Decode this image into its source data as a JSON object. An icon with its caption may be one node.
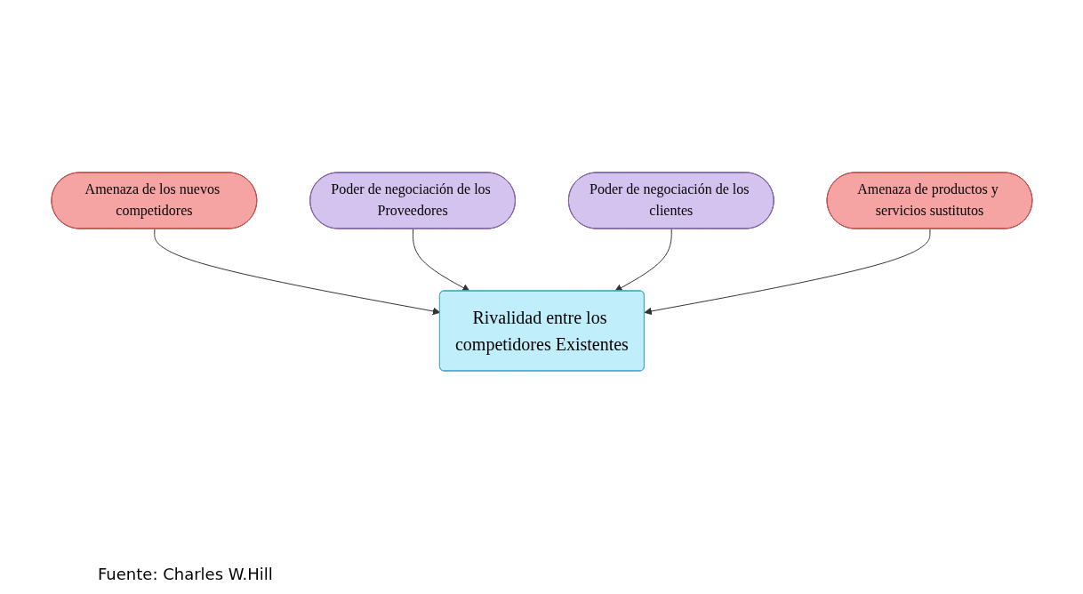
{
  "diagram": {
    "caption": "Fuente: Charles W.Hill",
    "nodes": [
      {
        "text": [
          "Amenaza de los nuevos competidores"
        ]
      },
      {
        "text": [
          "Poder de negociación de los Proveedores"
        ]
      },
      {
        "text": [
          "Rivalidad entre los competidores Existentes"
        ]
      },
      {
        "text": [
          "Poder de negociación de los clientes"
        ]
      },
      {
        "text": [
          "Amenaza de productos y servicios sustitutos"
        ]
      }
    ],
    "edges": [
      {
        "from": 0,
        "to": 2,
        "arrow": "to"
      },
      {
        "from": 1,
        "to": 2,
        "arrow": "to"
      },
      {
        "from": 3,
        "to": 2,
        "arrow": "to"
      },
      {
        "from": 4,
        "to": 2,
        "arrow": "to"
      }
    ]
  }
}
